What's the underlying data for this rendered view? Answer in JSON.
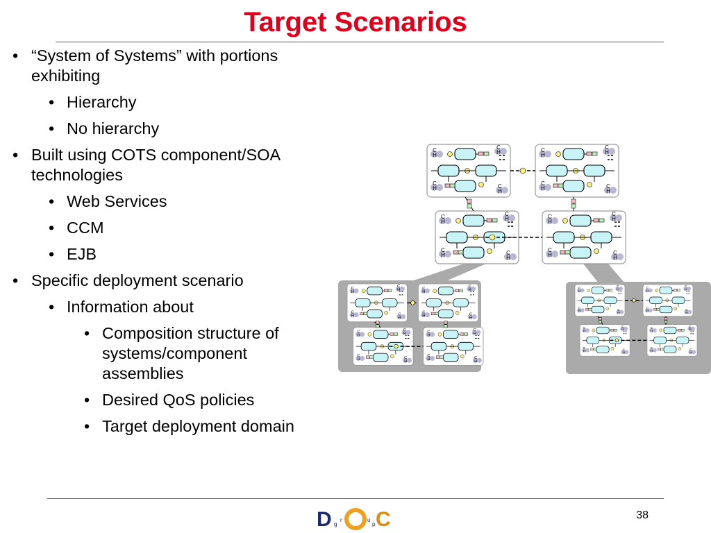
{
  "slide": {
    "title": "Target Scenarios",
    "page_number": "38",
    "bullets": [
      {
        "level": 1,
        "text": "“System of Systems” with portions exhibiting"
      },
      {
        "level": 2,
        "text": "Hierarchy"
      },
      {
        "level": 2,
        "text": "No hierarchy"
      },
      {
        "level": 1,
        "text": "Built using COTS component/SOA technologies"
      },
      {
        "level": 2,
        "text": "Web Services"
      },
      {
        "level": 2,
        "text": "CCM"
      },
      {
        "level": 2,
        "text": "EJB"
      },
      {
        "level": 1,
        "text": "Specific deployment scenario"
      },
      {
        "level": 2,
        "text": "Information about"
      },
      {
        "level": 3,
        "text": "Composition structure of systems/component assemblies"
      },
      {
        "level": 3,
        "text": "Desired QoS policies"
      },
      {
        "level": 3,
        "text": "Target deployment domain"
      }
    ]
  },
  "diagram": {
    "container_labels": [
      "C",
      "H"
    ]
  },
  "logo": {
    "letters": [
      "D",
      "O",
      "C"
    ],
    "small_letters": [
      "g",
      "r",
      "u",
      "p"
    ]
  },
  "colors": {
    "title": "#e0001b",
    "component_fill": "#c8f4f8",
    "container_badge": "#b8b8d4",
    "pink": "#f4b8c0",
    "green": "#b8f0b8",
    "yellow": "#f8f080",
    "panel": "#aaaaaa"
  }
}
